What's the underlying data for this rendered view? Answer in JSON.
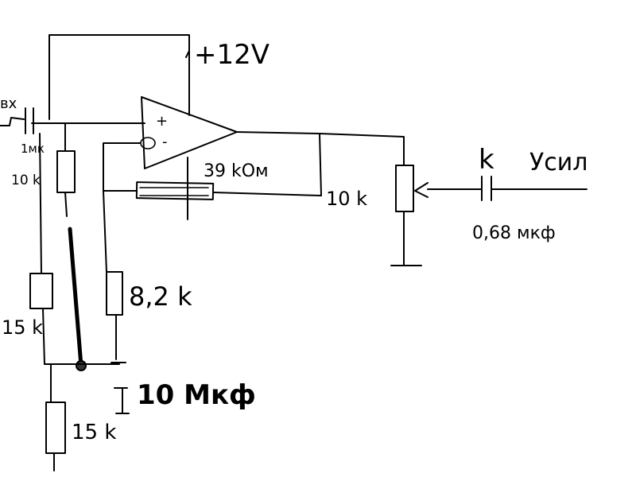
{
  "diagram": {
    "supply_label": "+12V",
    "opamp_plus": "+",
    "opamp_minus": "-",
    "feedback_resistor_label": "39 kOм",
    "input_resistor_left_label": "10 k",
    "resistor_bottom_top_label": "15 k",
    "resistor_bottom_label": "15 k",
    "resistor_82k_label": "8,2 k",
    "capacitor_10_label": "10 Мкф",
    "output_pot_label": "10 k",
    "output_k_label": "k",
    "output_signal_label": "Уcил",
    "output_cap_label": "0,68 мкф",
    "input_label": "вх",
    "input_cap_label": "1мк"
  }
}
